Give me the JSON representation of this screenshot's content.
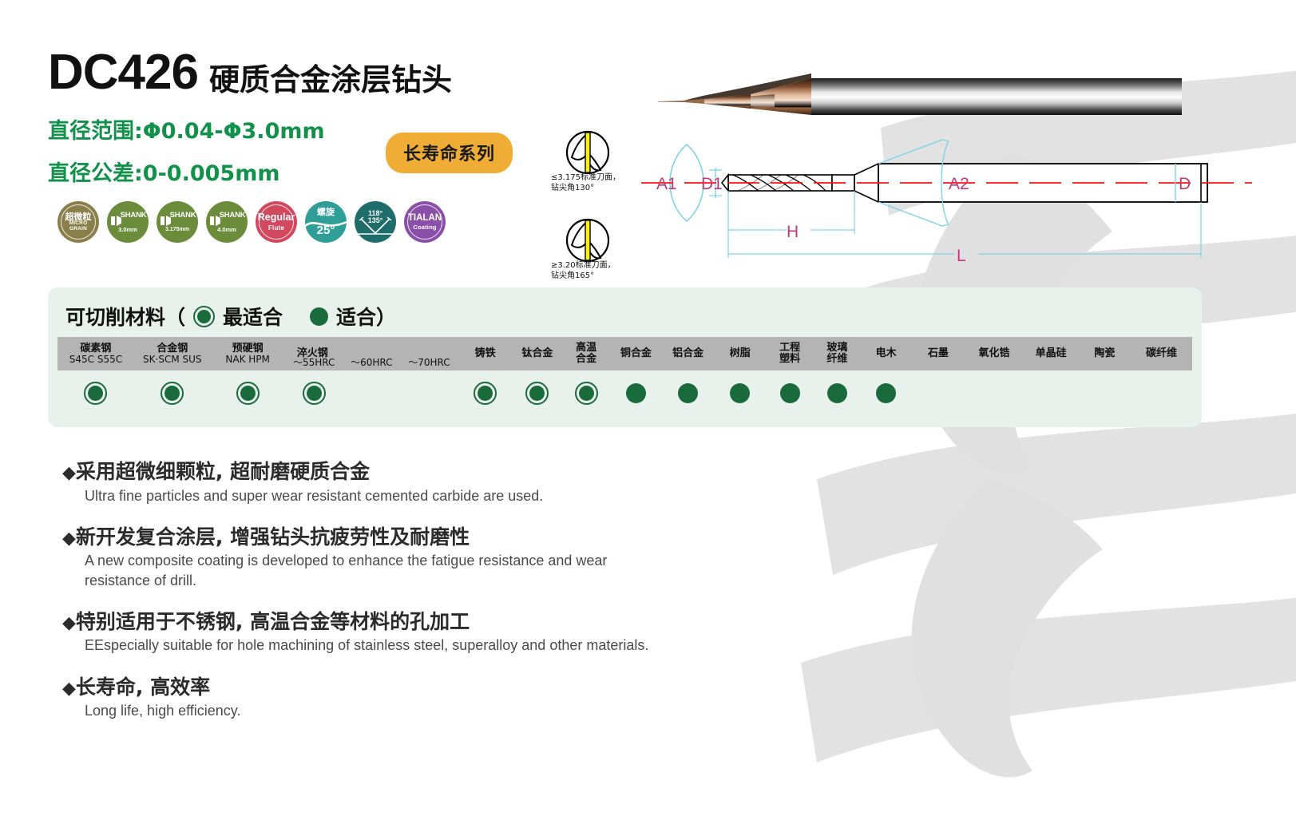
{
  "header": {
    "model": "DC426",
    "model_sub": "硬质合金涂层钻头",
    "diameter_range": "直径范围:Φ0.04-Φ3.0mm",
    "diameter_tolerance": "直径公差:0-0.005mm",
    "series_badge": "长寿命系列"
  },
  "badges": [
    {
      "name": "micro-grain",
      "cn": "超微粒",
      "en1": "MICRO",
      "en2": "GRAIN",
      "color": "#8a7f4a",
      "type": "grain"
    },
    {
      "name": "shank-3-0",
      "label": "SHANK",
      "mm": "3.0mm",
      "color": "#6b8c3a",
      "type": "shank"
    },
    {
      "name": "shank-3-175",
      "label": "SHANK",
      "mm": "3.175mm",
      "color": "#6b8c3a",
      "type": "shank"
    },
    {
      "name": "shank-4-0",
      "label": "SHANK",
      "mm": "4.0mm",
      "color": "#6b8c3a",
      "type": "shank"
    },
    {
      "name": "regular-flute",
      "label": "Regular",
      "sub": "Flute",
      "color": "#d1485f",
      "type": "flute"
    },
    {
      "name": "helix-25",
      "cn": "螺旋",
      "deg": "25°",
      "color": "#2e9e96",
      "type": "helix"
    },
    {
      "name": "point-angle",
      "a1": "118°",
      "a2": "135°",
      "color": "#1f6d6a",
      "type": "angle"
    },
    {
      "name": "tialan-coating",
      "label": "TIALAN",
      "sub": "Coating",
      "color": "#8a4fa8",
      "type": "coating"
    }
  ],
  "drawing": {
    "cross_section_1_caption_line1": "≤3.175标准刀面，",
    "cross_section_1_caption_line2": "钻尖角130°",
    "cross_section_2_caption_line1": "≥3.20标准刀面，",
    "cross_section_2_caption_line2": "钻尖角165°",
    "dim_a1": "A1",
    "dim_d1": "D1",
    "dim_h": "H",
    "dim_a2": "A2",
    "dim_d": "D",
    "dim_l": "L"
  },
  "materials": {
    "title": "可切削材料（",
    "legend_best": "最适合",
    "legend_good": "适合）",
    "columns": [
      {
        "cn": "碳素钢",
        "en": "S45C S55C",
        "rating": "best",
        "width": 97
      },
      {
        "cn": "合金钢",
        "en": "SK·SCM SUS",
        "rating": "best",
        "width": 97
      },
      {
        "cn": "预硬钢",
        "en": "NAK HPM",
        "rating": "best",
        "width": 94
      },
      {
        "cn": "",
        "en": "～55HRC",
        "rating": "best",
        "width": 74
      },
      {
        "cn": "淬火钢",
        "en": "～60HRC",
        "rating": "none",
        "width": 72
      },
      {
        "cn": "",
        "en": "～70HRC",
        "rating": "none",
        "width": 74
      },
      {
        "cn": "铸铁",
        "en": "",
        "rating": "best",
        "width": 68
      },
      {
        "cn": "钛合金",
        "en": "",
        "rating": "best",
        "width": 64
      },
      {
        "cn": "高温\n合金",
        "en": "",
        "rating": "best",
        "width": 60
      },
      {
        "cn": "铜合金",
        "en": "",
        "rating": "good",
        "width": 66
      },
      {
        "cn": "铝合金",
        "en": "",
        "rating": "good",
        "width": 66
      },
      {
        "cn": "树脂",
        "en": "",
        "rating": "good",
        "width": 66
      },
      {
        "cn": "工程\n塑料",
        "en": "",
        "rating": "good",
        "width": 60
      },
      {
        "cn": "玻璃\n纤维",
        "en": "",
        "rating": "good",
        "width": 60
      },
      {
        "cn": "电木",
        "en": "",
        "rating": "good",
        "width": 64
      },
      {
        "cn": "石墨",
        "en": "",
        "rating": "none",
        "width": 68
      },
      {
        "cn": "氧化锆",
        "en": "",
        "rating": "none",
        "width": 74
      },
      {
        "cn": "单晶硅",
        "en": "",
        "rating": "none",
        "width": 70
      },
      {
        "cn": "陶瓷",
        "en": "",
        "rating": "none",
        "width": 66
      },
      {
        "cn": "碳纤维",
        "en": "",
        "rating": "none",
        "width": 78
      }
    ]
  },
  "features": [
    {
      "cn": "采用超微细颗粒, 超耐磨硬质合金",
      "en": "Ultra fine particles and super wear resistant cemented carbide are used."
    },
    {
      "cn": "新开发复合涂层, 增强钻头抗疲劳性及耐磨性",
      "en": "A new composite coating is developed to enhance the fatigue resistance and wear resistance of drill."
    },
    {
      "cn": "特别适用于不锈钢, 高温合金等材料的孔加工",
      "en": "EEspecially suitable for hole machining of stainless steel, superalloy and other materials."
    },
    {
      "cn": "长寿命, 高效率",
      "en": "Long life, high efficiency."
    }
  ],
  "colors": {
    "brand_green": "#12914b",
    "dot_green": "#1a6b3c",
    "panel_bg": "#e9f1ec",
    "table_head": "#b4b4b4",
    "badge_orange": "#F0AD36",
    "dim_magenta": "#c0397a",
    "dim_cyan": "#7fd3e8",
    "center_red": "#ff1111"
  }
}
